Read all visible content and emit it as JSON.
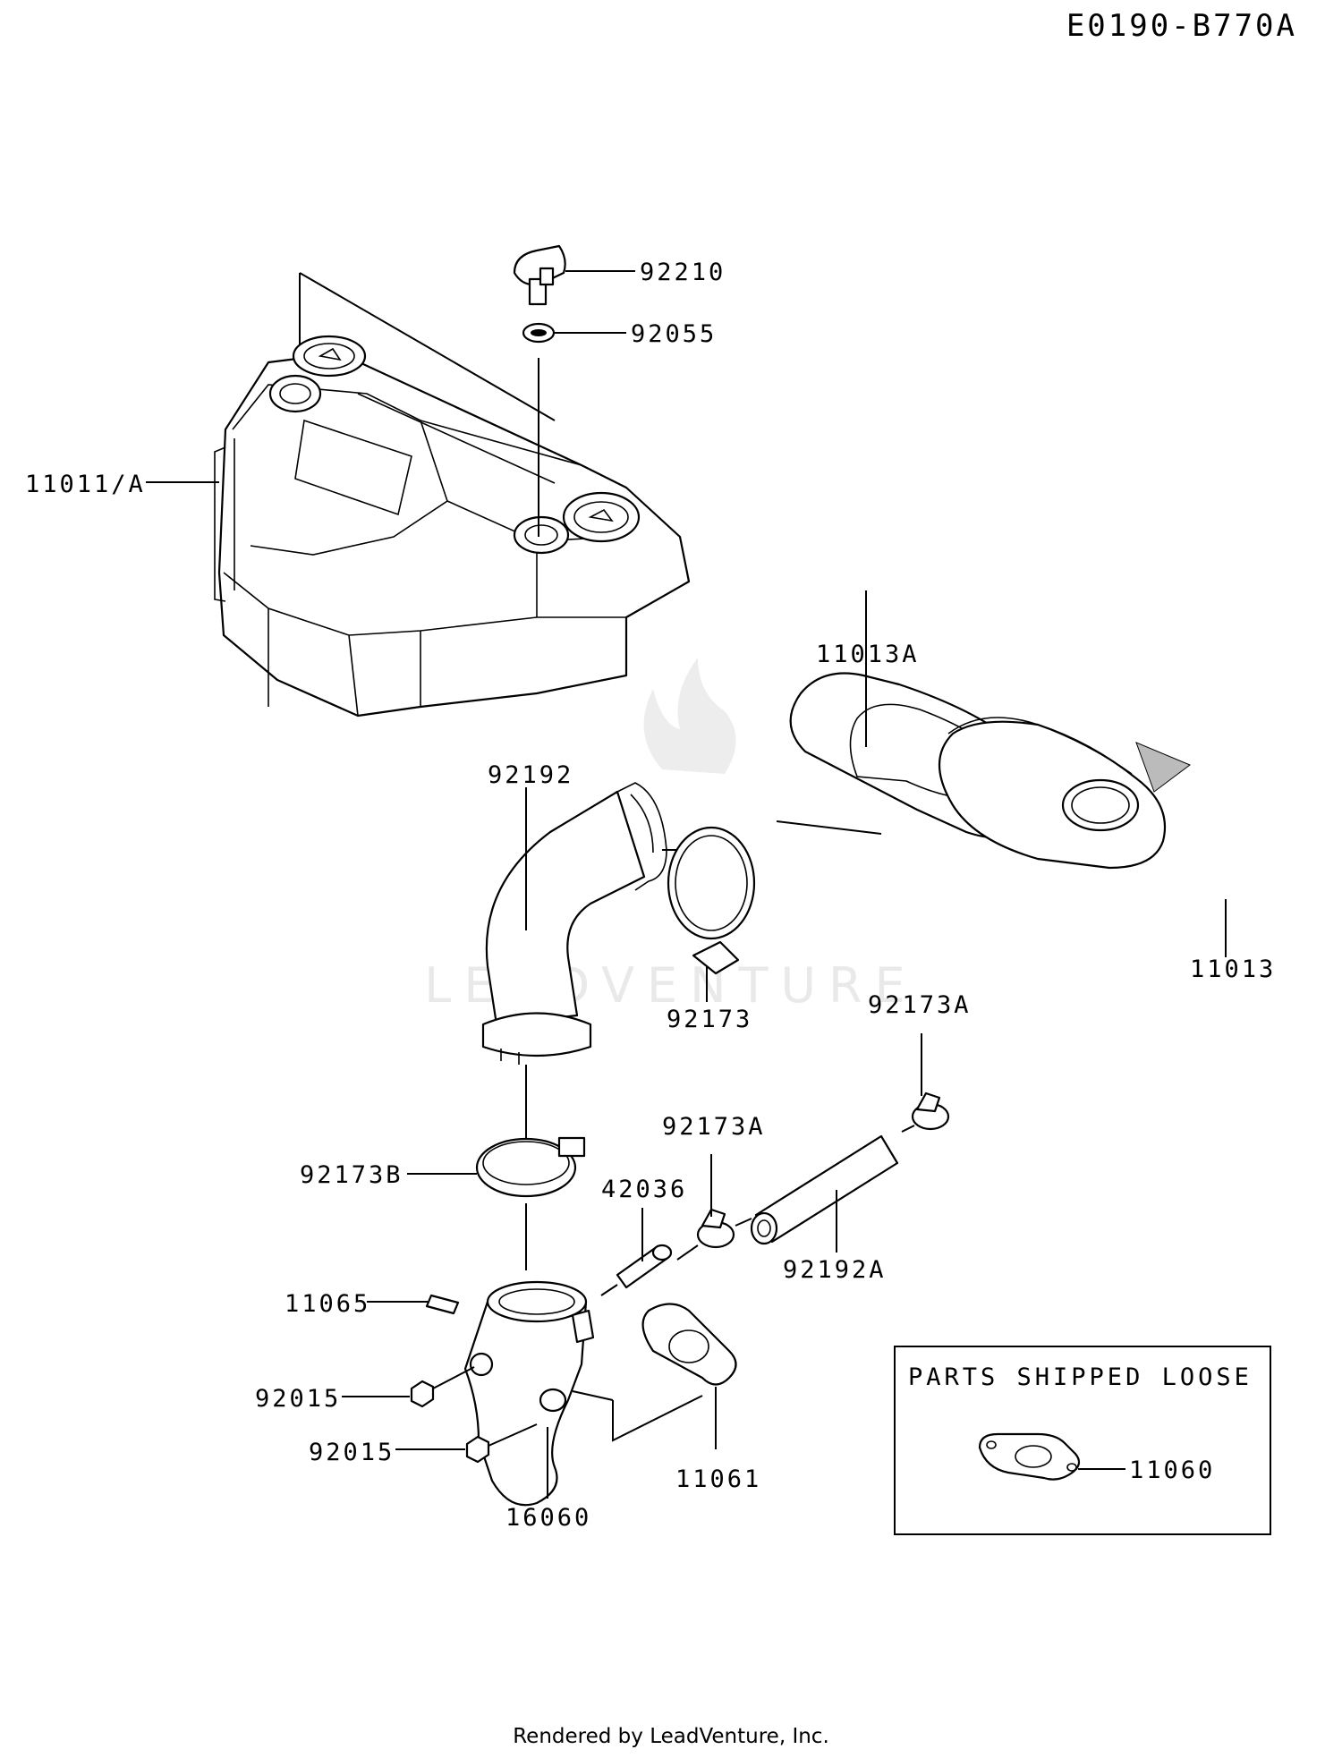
{
  "diagram_code": "E0190-B770A",
  "footer": "Rendered by LeadVenture, Inc.",
  "watermark": "LEADVENTURE",
  "loose_box": {
    "title": "PARTS SHIPPED LOOSE",
    "part": "11060"
  },
  "parts": {
    "p92210": "92210",
    "p92055": "92055",
    "p11011A": "11011/A",
    "p11013A": "11013A",
    "p11013": "11013",
    "p92192": "92192",
    "p92173": "92173",
    "p92173A_top": "92173A",
    "p92173A_mid": "92173A",
    "p92173B": "92173B",
    "p42036": "42036",
    "p92192A": "92192A",
    "p11065": "11065",
    "p92015_a": "92015",
    "p92015_b": "92015",
    "p11061": "11061",
    "p16060": "16060"
  }
}
